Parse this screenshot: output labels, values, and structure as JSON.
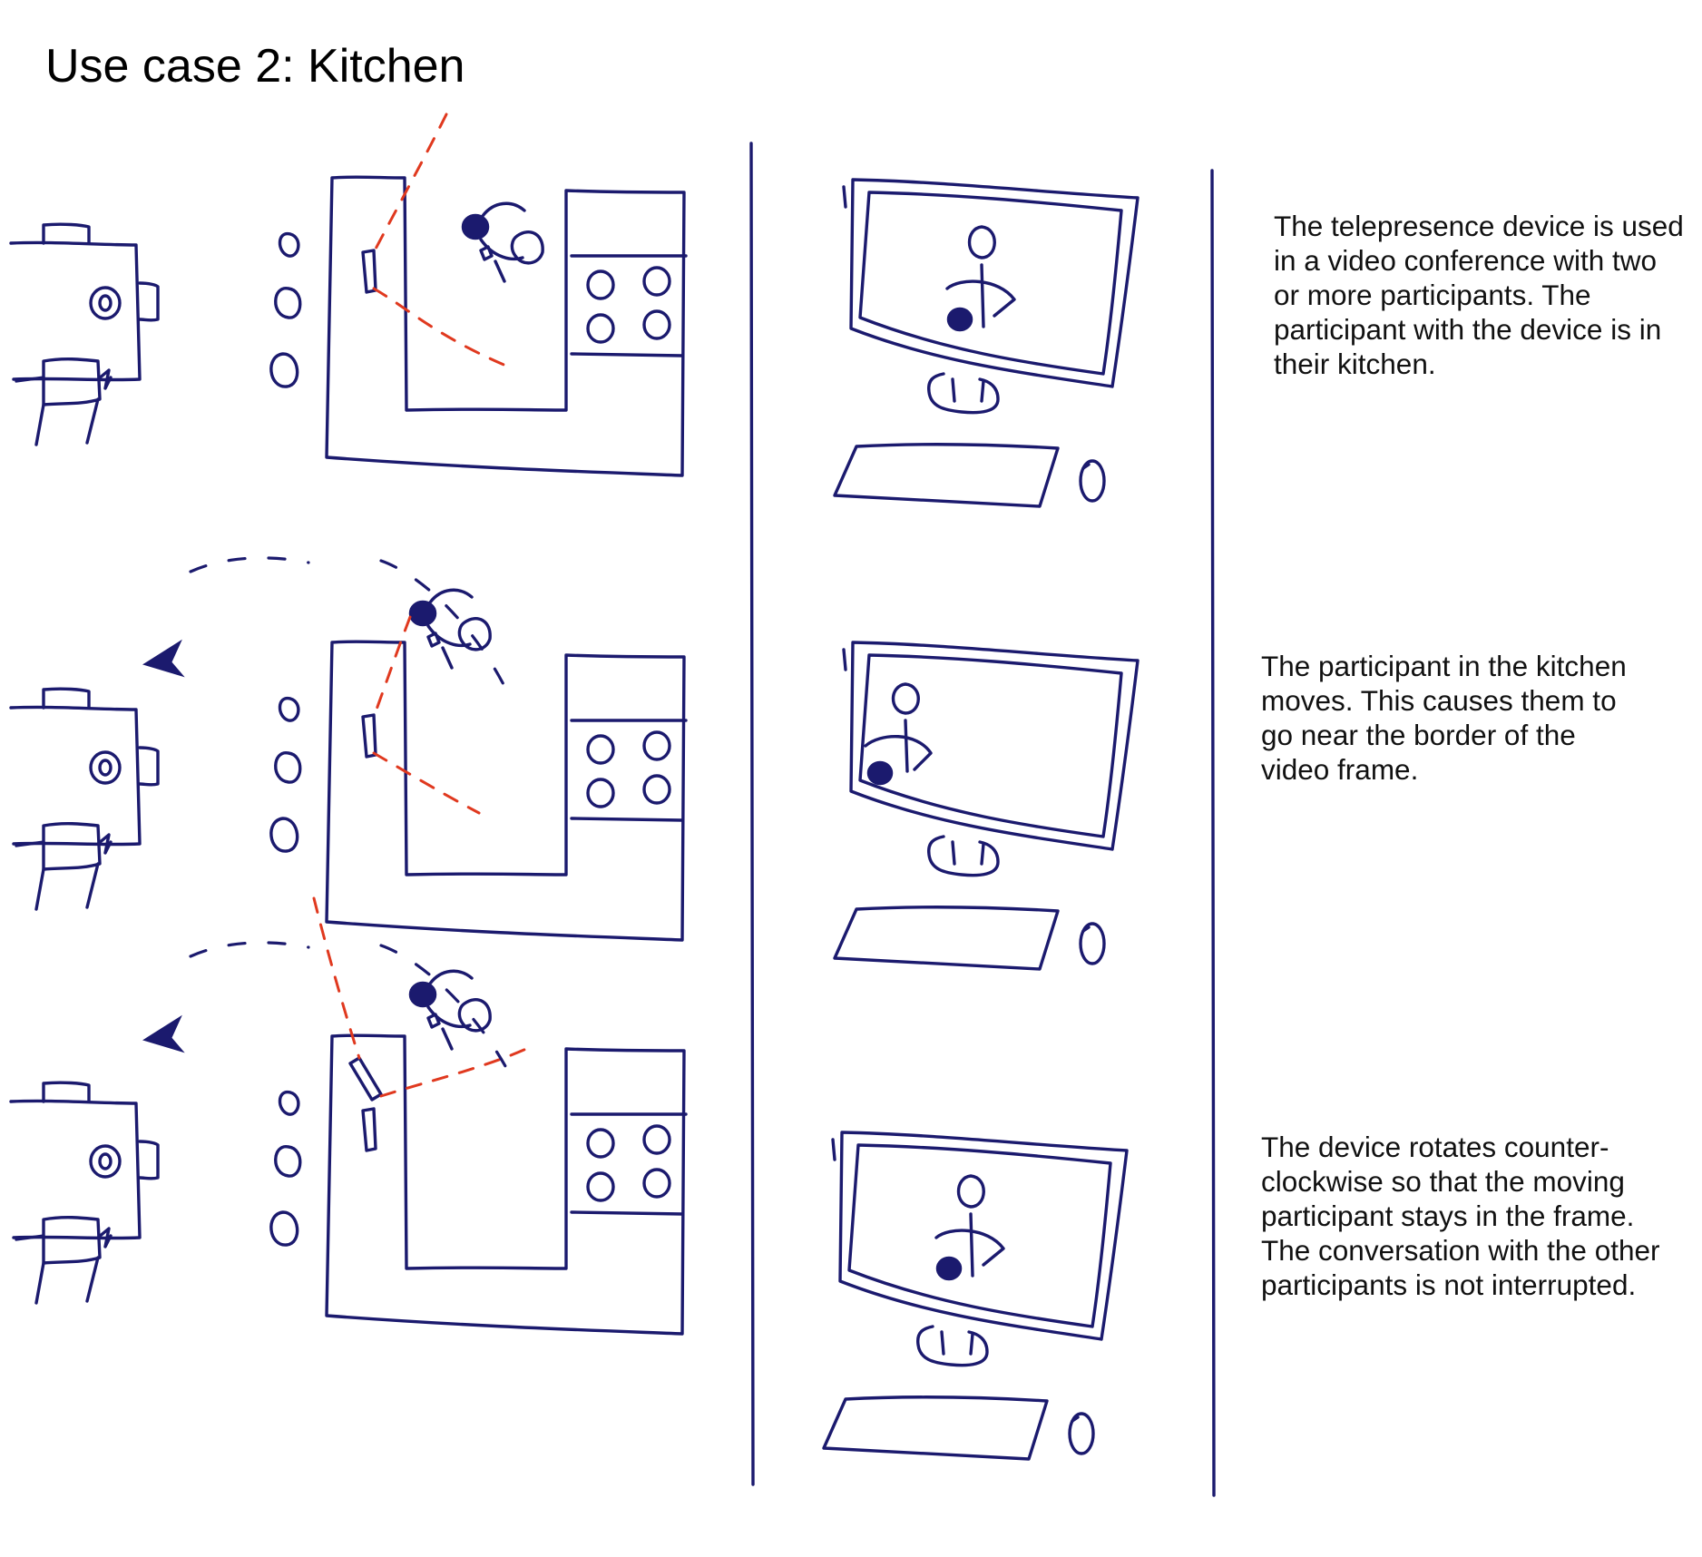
{
  "title": "Use case 2: Kitchen",
  "colors": {
    "ink": "#1b1a6e",
    "camera_view": "#e0391f",
    "text": "#111111",
    "background": "#ffffff"
  },
  "panels": [
    {
      "step": 1,
      "caption_lines": [
        "The telepresence device is used",
        "in a video conference with two",
        "or more participants. The",
        "participant with the device is in",
        "their kitchen."
      ]
    },
    {
      "step": 2,
      "caption_lines": [
        "The participant in the kitchen",
        "moves. This causes them to",
        "go near the border of the",
        "video frame."
      ]
    },
    {
      "step": 3,
      "caption_lines": [
        "The device rotates counter-",
        "clockwise so that the moving",
        "participant stays in the frame.",
        "The conversation with the other",
        "participants is not interrupted."
      ]
    }
  ],
  "icons": [
    "dining-table-icon",
    "chair-icon",
    "stool-icon",
    "kitchen-counter-icon",
    "stove-icon",
    "telepresence-device-icon",
    "person-topdown-icon",
    "monitor-icon",
    "person-figure-icon",
    "keyboard-icon",
    "mouse-icon",
    "movement-arrow-icon"
  ]
}
